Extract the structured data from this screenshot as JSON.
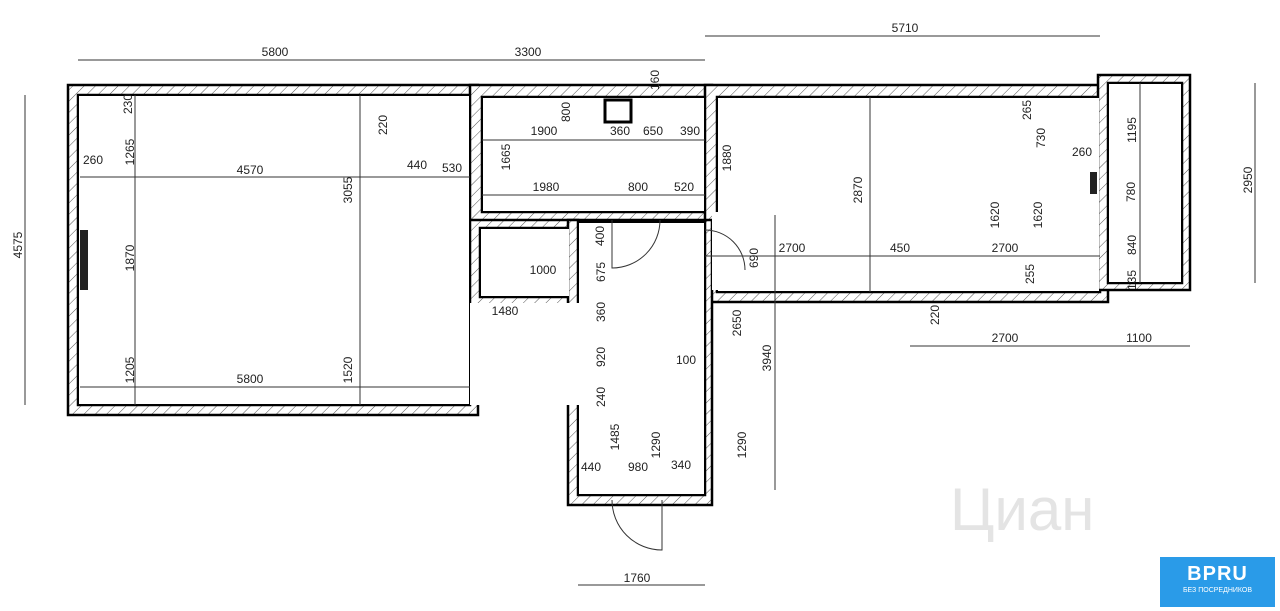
{
  "plan": {
    "top": {
      "left_room_width": "5800",
      "middle_width": "3300",
      "right_width": "5710",
      "d160": "160"
    },
    "left_room": {
      "d230": "230",
      "d220": "220",
      "d1265": "1265",
      "d260": "260",
      "d4570": "4570",
      "d440": "440",
      "d530": "530",
      "d3055": "3055",
      "d1870": "1870",
      "d1205": "1205",
      "d1520": "1520",
      "d5800": "5800",
      "d4575": "4575"
    },
    "kitchen": {
      "d800a": "800",
      "d1900": "1900",
      "d360": "360",
      "d650": "650",
      "d390": "390",
      "d1665": "1665",
      "d1980": "1980",
      "d800b": "800",
      "d520": "520",
      "d1880": "1880"
    },
    "bath": {
      "d400": "400",
      "d1000": "1000",
      "d675": "675",
      "d1480": "1480",
      "d360": "360"
    },
    "corridor": {
      "d920": "920",
      "d100": "100",
      "d240": "240",
      "d1485": "1485",
      "d1290a": "1290",
      "d1290b": "1290",
      "d440": "440",
      "d980": "980",
      "d340": "340",
      "d1760": "1760",
      "d2650": "2650",
      "d3940": "3940",
      "d690": "690"
    },
    "right_room": {
      "d2870": "2870",
      "d265": "265",
      "d730": "730",
      "d260": "260",
      "d1620a": "1620",
      "d1620b": "1620",
      "d2700a": "2700",
      "d450": "450",
      "d2700b": "2700",
      "d255": "255",
      "d220": "220",
      "d2700c": "2700"
    },
    "balcony": {
      "d1195": "1195",
      "d780": "780",
      "d840": "840",
      "d135": "135",
      "d2950": "2950",
      "d1100": "1100"
    }
  },
  "watermark": "Циан",
  "logo": {
    "name": "BPRU",
    "tagline": "БЕЗ ПОСРЕДНИКОВ",
    "color": "#2a9be8"
  }
}
